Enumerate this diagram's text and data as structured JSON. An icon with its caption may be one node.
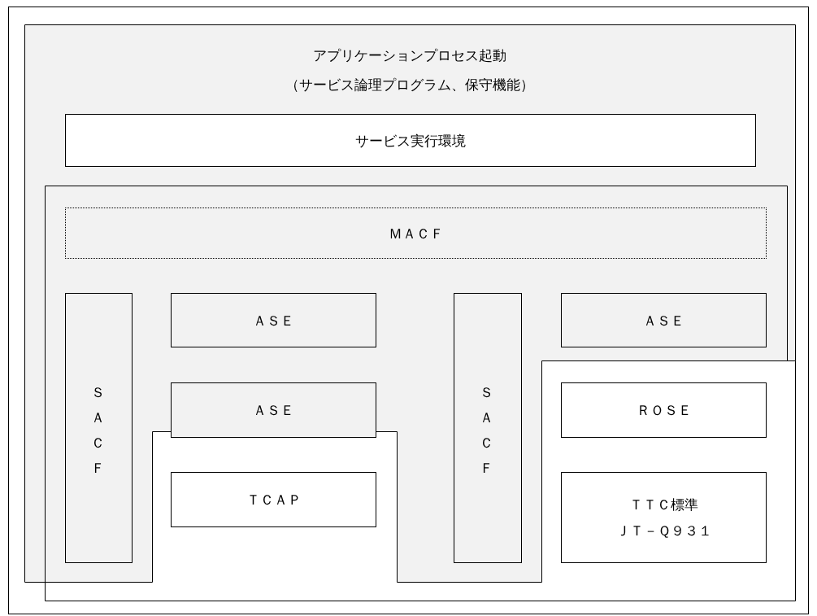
{
  "diagram": {
    "nodes": [
      {
        "text": [
          "アプリケーションプロセス起動",
          "（サービス論理プログラム、保守機能）"
        ]
      },
      {
        "text": [
          "サービス実行環境"
        ],
        "in": 0
      },
      {
        "text": [
          "ＭＡＣＦ"
        ],
        "in": 0
      },
      {
        "text": [
          "ＳＡＣＦ"
        ],
        "in": 0
      },
      {
        "text": [
          "ＡＳＥ"
        ],
        "in": 0
      },
      {
        "text": [
          "ＡＳＥ"
        ],
        "in": 0
      },
      {
        "text": [
          "ＳＡＣＦ"
        ],
        "in": 0
      },
      {
        "text": [
          "ＡＳＥ"
        ],
        "in": 0
      },
      {
        "text": [
          "ＲＯＳＥ"
        ]
      },
      {
        "text": [
          "ＴＣＡＰ"
        ]
      },
      {
        "text": [
          "ＴＴＣ標準",
          "ＪＴ－Ｑ９３１"
        ]
      }
    ],
    "edges": []
  }
}
